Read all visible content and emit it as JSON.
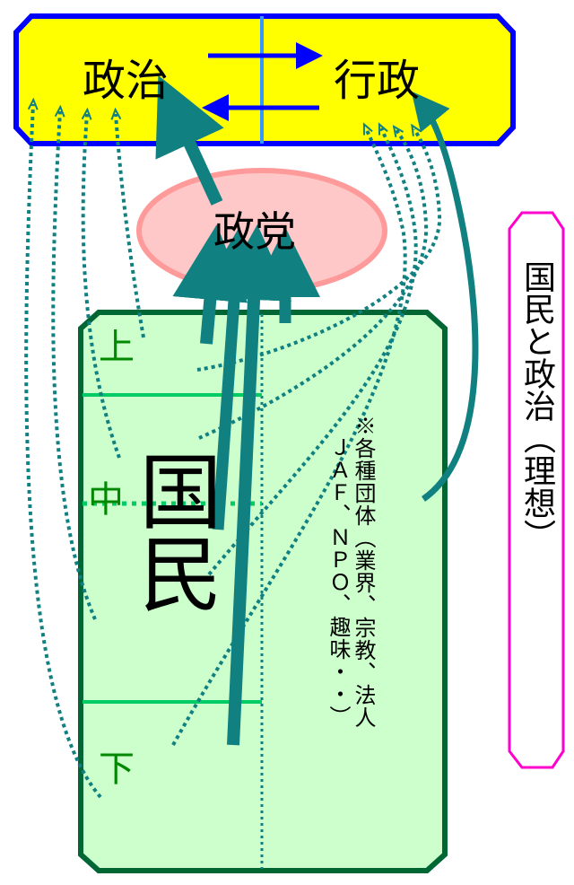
{
  "top_box": {
    "left_label": "政治",
    "right_label": "行政"
  },
  "party": {
    "label": "政党"
  },
  "citizens": {
    "main_label": "国民",
    "level_upper": "上",
    "level_middle": "中",
    "level_lower": "下",
    "note_line1": "※各種団体（業界、宗教、法人",
    "note_line2": "ＪＡＦ、ＮＰＯ、趣味・・）"
  },
  "side_note": {
    "label": "国民と政治（理想）"
  },
  "colors": {
    "top_fill": "#ffff00",
    "top_border": "#0000ff",
    "party_fill": "#ffc8c8",
    "party_border": "#ff9a9a",
    "citizen_fill": "#ccffcc",
    "citizen_border": "#006633",
    "arrow_teal": "#108080",
    "divider_green": "#00cc66",
    "side_border": "#ff00cc"
  }
}
